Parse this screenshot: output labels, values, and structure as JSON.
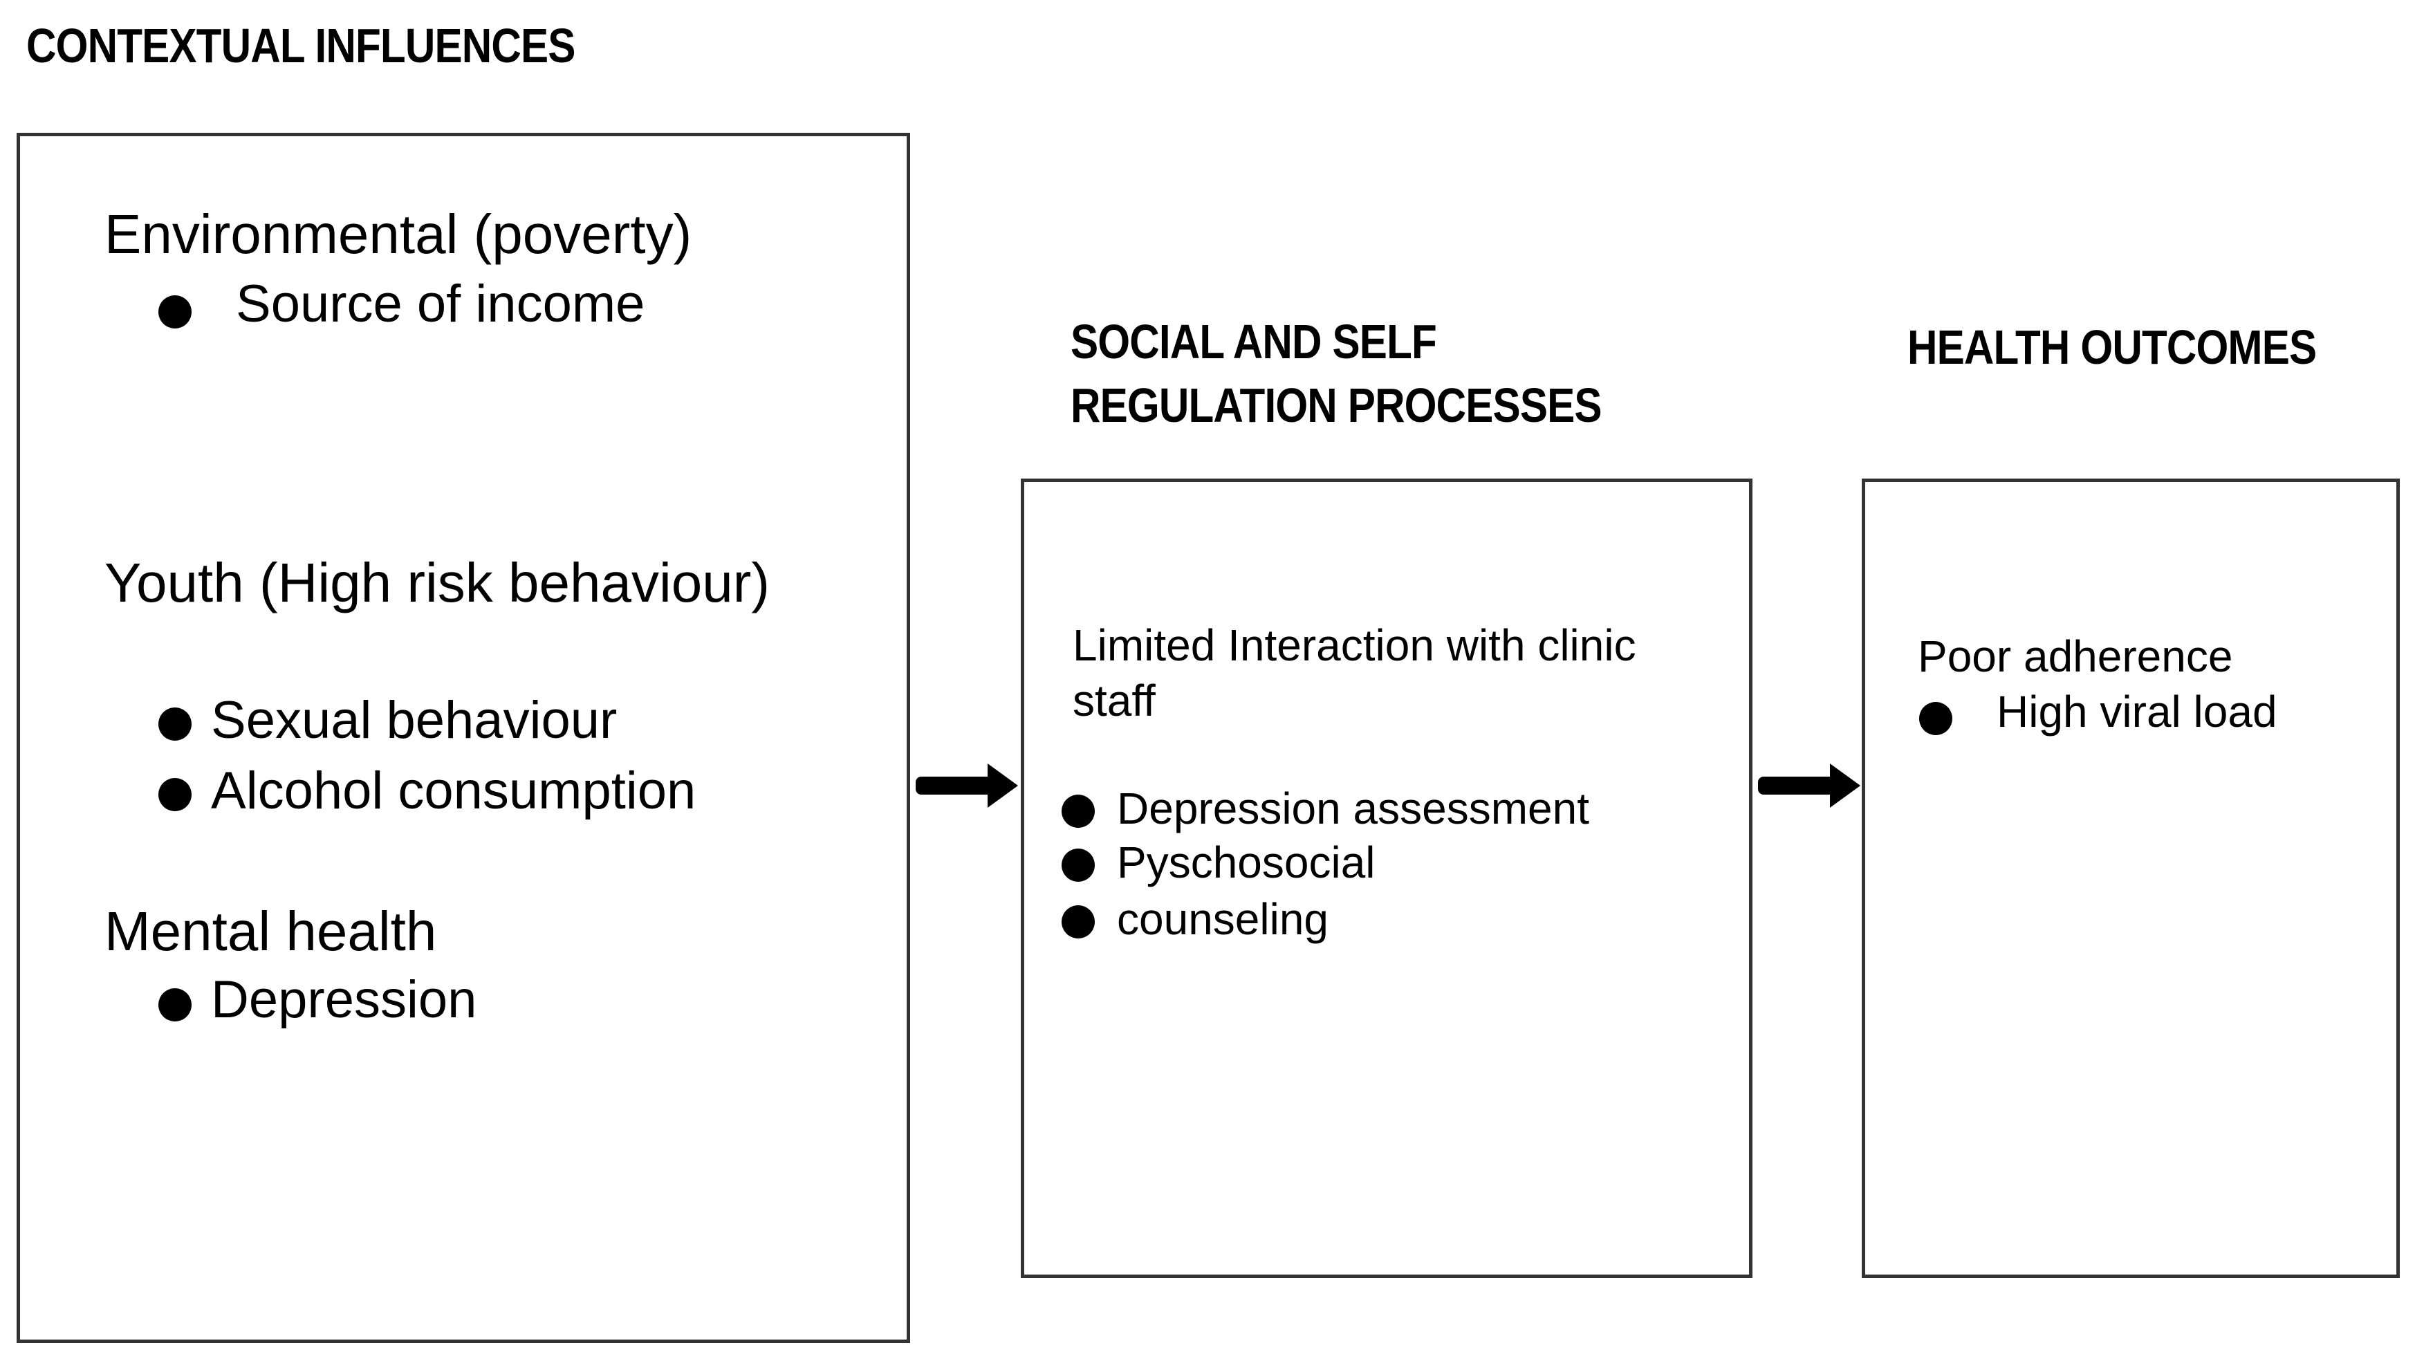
{
  "headings": {
    "contextual": "CONTEXTUAL INFLUENCES",
    "processes_line1": "SOCIAL AND SELF",
    "processes_line2": "REGULATION PROCESSES",
    "outcomes": "HEALTH OUTCOMES"
  },
  "left_box": {
    "environmental": {
      "title": "Environmental (poverty)",
      "items": [
        "Source of income"
      ]
    },
    "youth": {
      "title": "Youth (High risk behaviour)",
      "items": [
        "Sexual behaviour",
        "Alcohol consumption"
      ]
    },
    "mental": {
      "title": "Mental health",
      "items": [
        "Depression"
      ]
    }
  },
  "middle_box": {
    "title_line1": "Limited Interaction with clinic",
    "title_line2": "staff",
    "items": [
      "Depression assessment",
      "Pyschosocial",
      "counseling"
    ]
  },
  "right_box": {
    "title": "Poor adherence",
    "items": [
      "High viral load"
    ]
  },
  "colors": {
    "border": "#333333",
    "text": "#000000",
    "arrow": "#000000",
    "background": "#ffffff"
  }
}
